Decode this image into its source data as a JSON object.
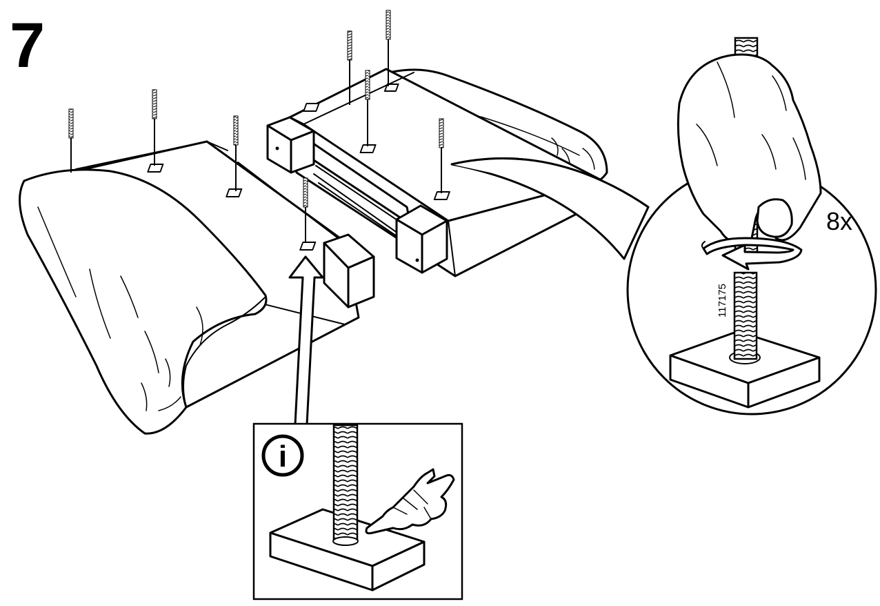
{
  "step": {
    "number": "7"
  },
  "quantity": {
    "label": "8x"
  },
  "part": {
    "number": "117175"
  },
  "info": {
    "symbol": "i"
  }
}
